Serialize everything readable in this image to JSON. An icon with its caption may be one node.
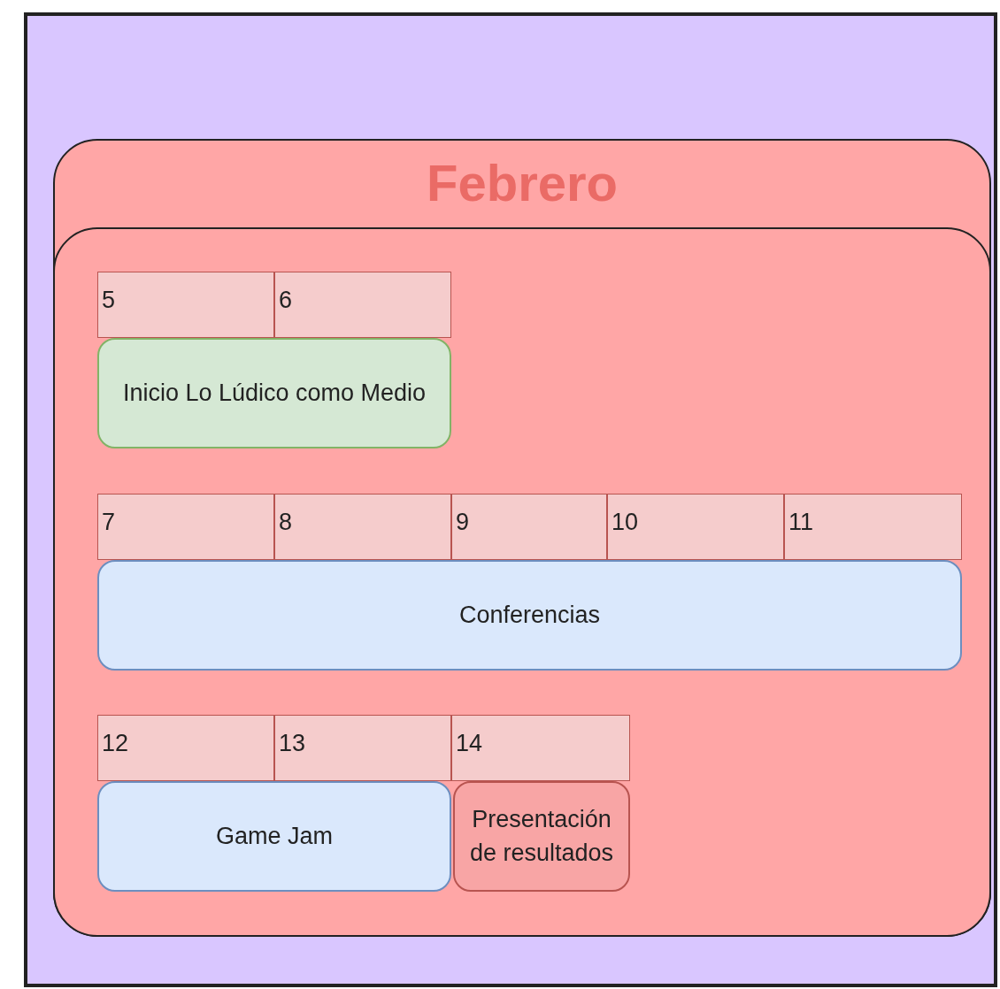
{
  "diagram": {
    "nodes": [
      {
        "text": [],
        "shape": "box"
      },
      {
        "text": [
          "Febrero"
        ],
        "in": 0
      },
      {
        "text": [],
        "shape": "box",
        "in": 1
      },
      {
        "text": [
          "5"
        ],
        "in": 2
      },
      {
        "text": [
          "6"
        ],
        "in": 2
      },
      {
        "text": [
          "Inicio Lo Lúdico como Medio"
        ],
        "in": 2
      },
      {
        "text": [
          "7"
        ],
        "in": 2
      },
      {
        "text": [
          "8"
        ],
        "in": 2
      },
      {
        "text": [
          "9"
        ],
        "in": 2
      },
      {
        "text": [
          "10"
        ],
        "in": 2
      },
      {
        "text": [
          "11"
        ],
        "in": 2
      },
      {
        "text": [
          "Conferencias"
        ],
        "in": 2
      },
      {
        "text": [
          "12"
        ],
        "in": 2
      },
      {
        "text": [
          "13"
        ],
        "in": 2
      },
      {
        "text": [
          "14"
        ],
        "in": 2
      },
      {
        "text": [
          "Game Jam"
        ],
        "in": 2
      },
      {
        "text": [
          "Presentación de resultados"
        ],
        "in": 2
      }
    ]
  }
}
